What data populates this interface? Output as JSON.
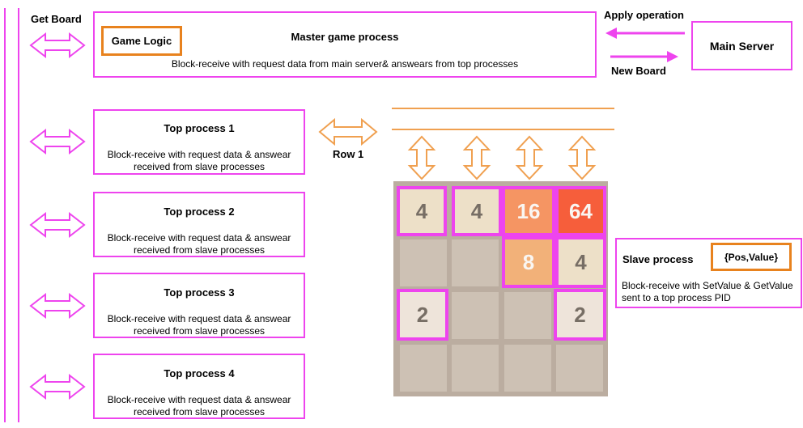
{
  "labels": {
    "get_board": "Get Board",
    "apply_operation": "Apply operation",
    "new_board": "New Board",
    "row": "Row 1"
  },
  "master": {
    "title": "Master game process",
    "logic": "Game Logic",
    "desc": "Block-receive with request data from main server& answears from top processes"
  },
  "main_server": {
    "title": "Main Server"
  },
  "top_processes": [
    {
      "title": "Top process 1",
      "desc1": "Block-receive with request data & answear",
      "desc2": "received from slave processes"
    },
    {
      "title": "Top process 2",
      "desc1": "Block-receive with request data & answear",
      "desc2": "received from slave processes"
    },
    {
      "title": "Top process 3",
      "desc1": "Block-receive with request data & answear",
      "desc2": "received from slave processes"
    },
    {
      "title": "Top process 4",
      "desc1": "Block-receive with request data & answear",
      "desc2": "received from slave processes"
    }
  ],
  "slave": {
    "title": "Slave process",
    "tag": "{Pos,Value}",
    "desc1": "Block-receive with SetValue & GetValue",
    "desc2": "sent to a top process PID"
  },
  "board": {
    "rows": [
      [
        "4",
        "4",
        "16",
        "64"
      ],
      [
        "",
        "",
        "8",
        "4"
      ],
      [
        "2",
        "",
        "",
        "2"
      ],
      [
        "",
        "",
        "",
        ""
      ]
    ]
  },
  "colors": {
    "magenta": "#ee44ee",
    "orange": "#e8821e",
    "grid": "#bbada0"
  }
}
